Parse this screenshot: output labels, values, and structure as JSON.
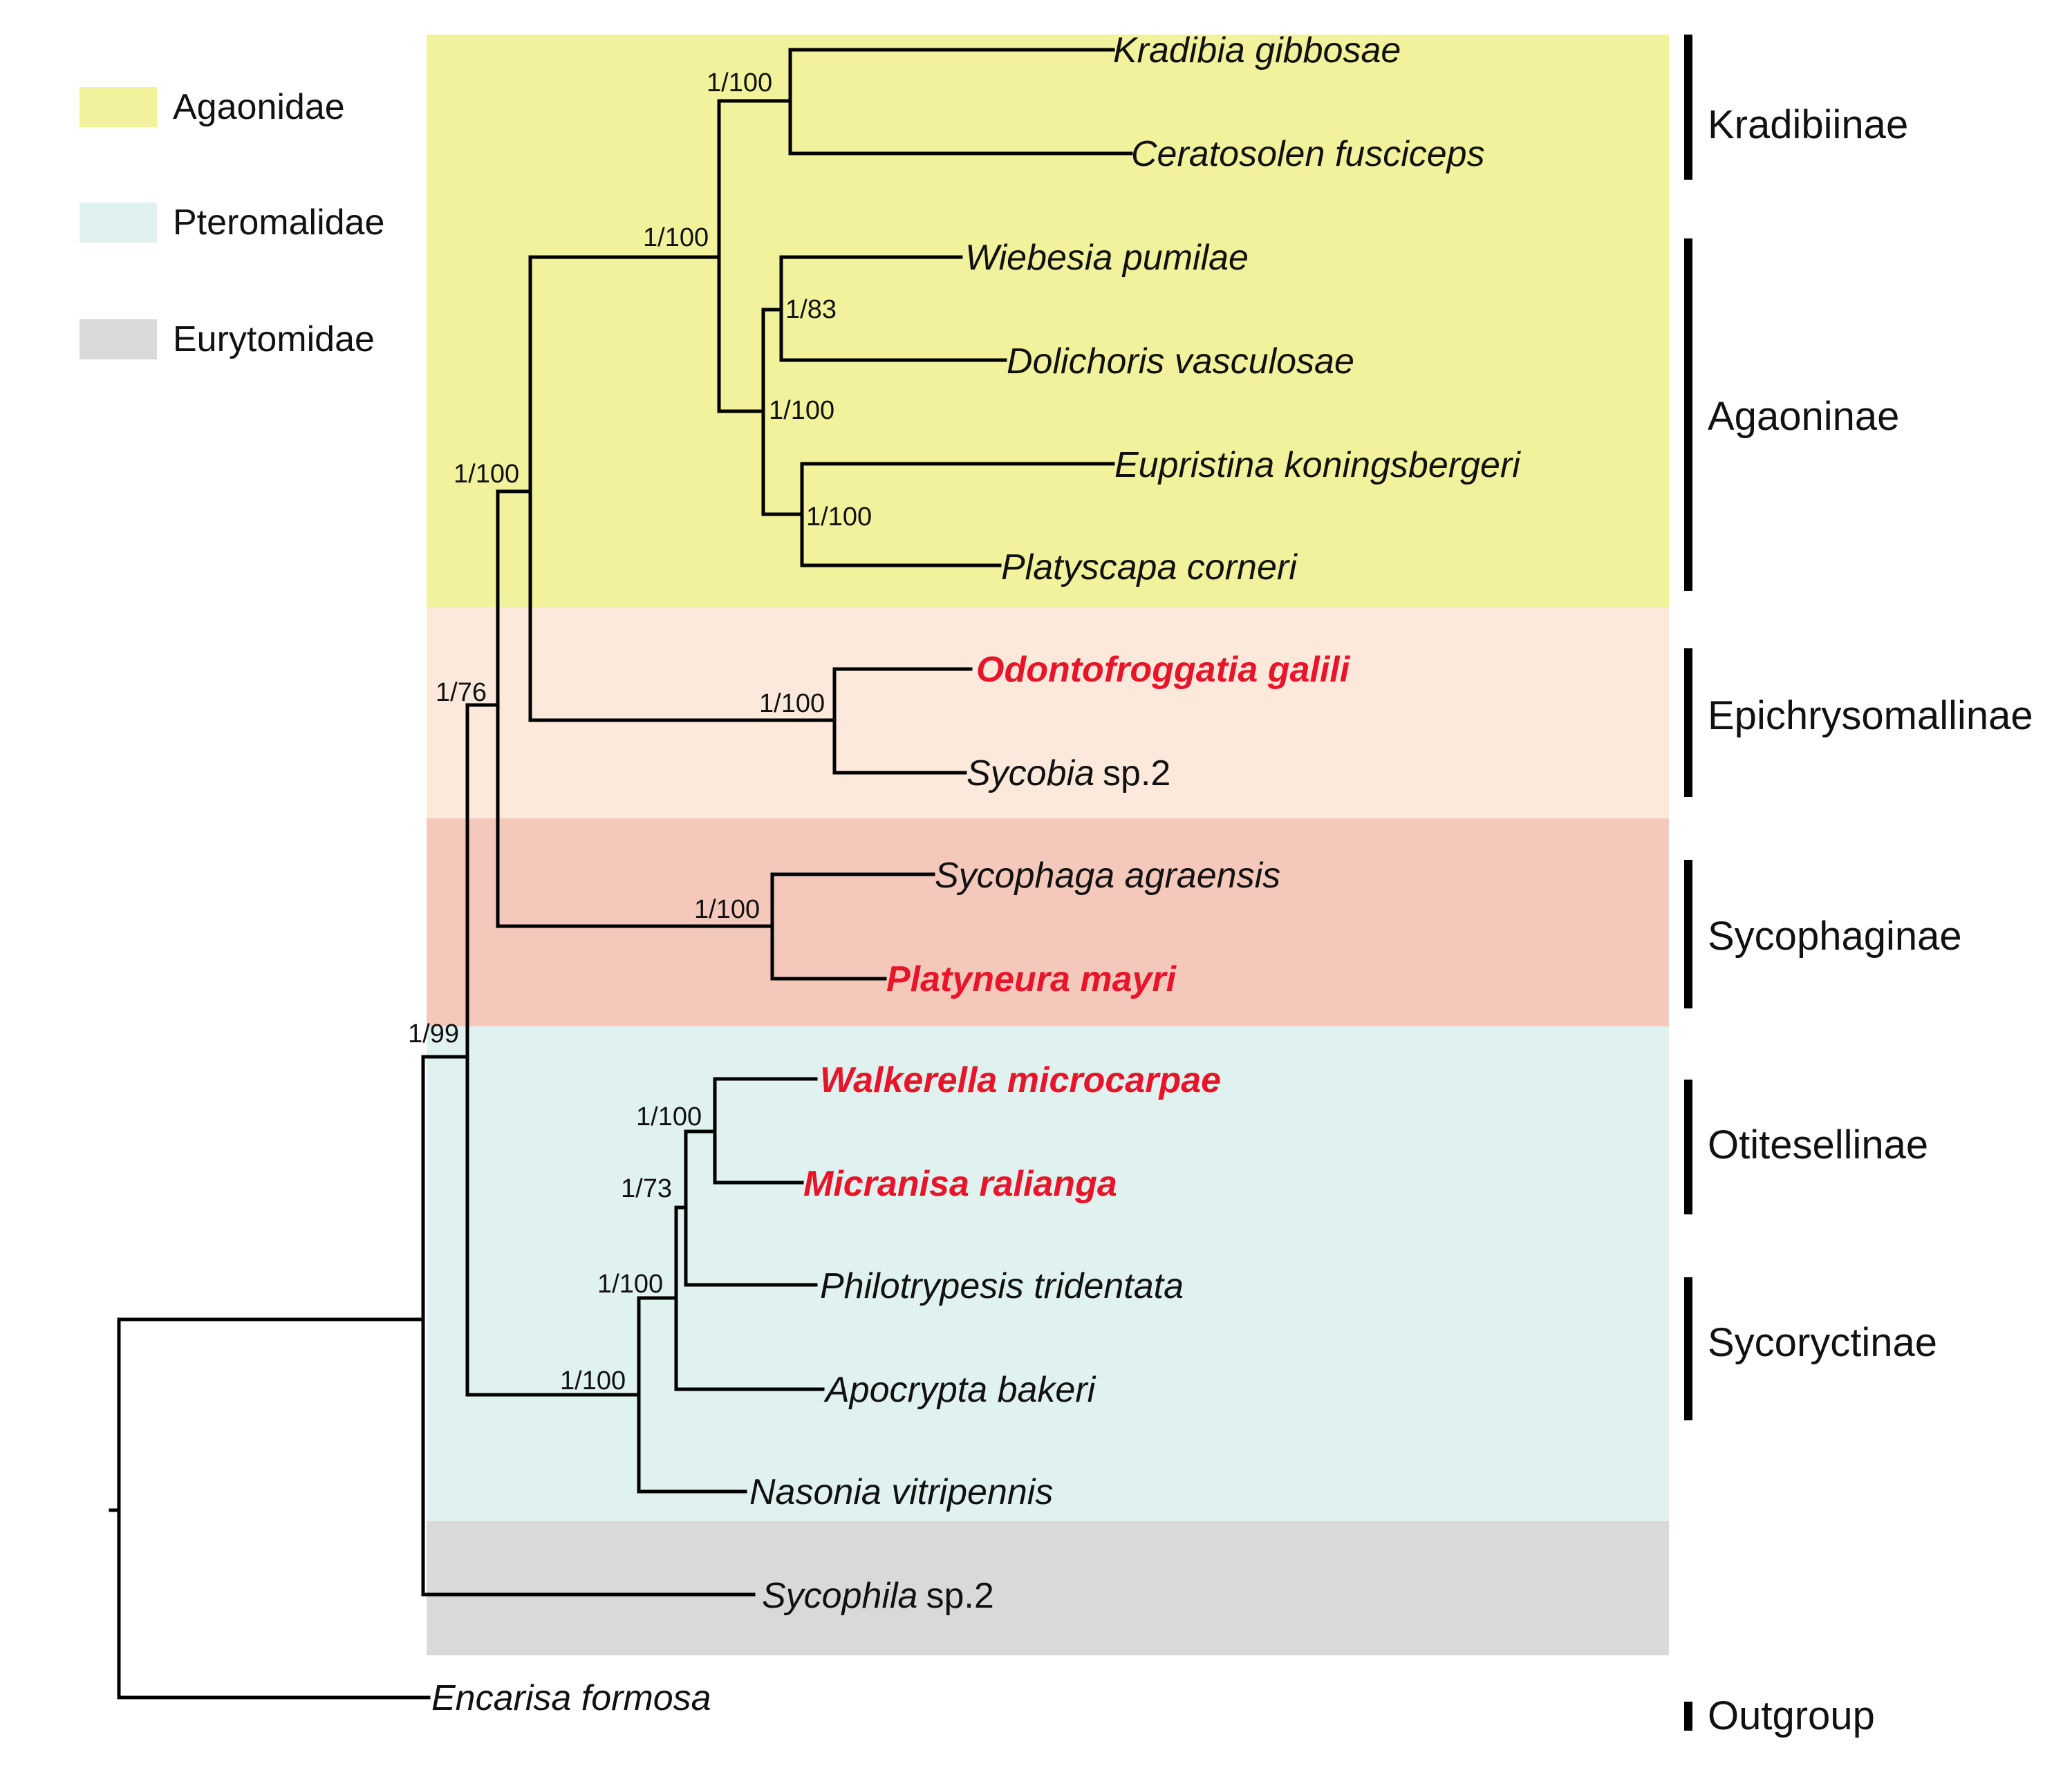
{
  "legend": [
    {
      "label": "Agaonidae",
      "color": "#f2f29c"
    },
    {
      "label": "Pteromalidae",
      "color": "#dff2f0"
    },
    {
      "label": "Eurytomidae",
      "color": "#d9d9d9"
    }
  ],
  "colors": {
    "agaonidae_band": "#f2f29c",
    "epichrysomallinae_band": "#fde9dc",
    "sycophaginae_band": "#f4c9bc",
    "pteromalidae_band": "#dff2f0",
    "eurytomidae_band": "#d9d9d9",
    "highlight_taxon": "#e8142a"
  },
  "taxa": [
    {
      "genus_species": "Kradibia gibbosae",
      "suffix": "",
      "highlight": false
    },
    {
      "genus_species": "Ceratosolen fusciceps",
      "suffix": "",
      "highlight": false
    },
    {
      "genus_species": "Wiebesia pumilae",
      "suffix": "",
      "highlight": false
    },
    {
      "genus_species": "Dolichoris vasculosae",
      "suffix": "",
      "highlight": false
    },
    {
      "genus_species": "Eupristina koningsbergeri",
      "suffix": "",
      "highlight": false
    },
    {
      "genus_species": "Platyscapa corneri",
      "suffix": "",
      "highlight": false
    },
    {
      "genus_species": "Odontofroggatia galili",
      "suffix": "",
      "highlight": true
    },
    {
      "genus_species": "Sycobia",
      "suffix": "sp.2",
      "highlight": false
    },
    {
      "genus_species": "Sycophaga agraensis",
      "suffix": "",
      "highlight": false
    },
    {
      "genus_species": "Platyneura mayri",
      "suffix": "",
      "highlight": true
    },
    {
      "genus_species": "Walkerella microcarpae",
      "suffix": "",
      "highlight": true
    },
    {
      "genus_species": "Micranisa ralianga",
      "suffix": "",
      "highlight": true
    },
    {
      "genus_species": "Philotrypesis tridentata",
      "suffix": "",
      "highlight": false
    },
    {
      "genus_species": "Apocrypta bakeri",
      "suffix": "",
      "highlight": false
    },
    {
      "genus_species": "Nasonia vitripennis",
      "suffix": "",
      "highlight": false
    },
    {
      "genus_species": "Sycophila",
      "suffix": "sp.2",
      "highlight": false
    },
    {
      "genus_species": "Encarisa formosa",
      "suffix": "",
      "highlight": false
    }
  ],
  "support_values": [
    "1/100",
    "1/100",
    "1/83",
    "1/100",
    "1/100",
    "1/100",
    "1/100",
    "1/76",
    "1/100",
    "1/100",
    "1/73",
    "1/100",
    "1/100",
    "1/99"
  ],
  "groups": [
    {
      "label": "Kradibiinae"
    },
    {
      "label": "Agaoninae"
    },
    {
      "label": "Epichrysomallinae"
    },
    {
      "label": "Sycophaginae"
    },
    {
      "label": "Otitesellinae"
    },
    {
      "label": "Sycoryctinae"
    },
    {
      "label": "Outgroup"
    }
  ]
}
